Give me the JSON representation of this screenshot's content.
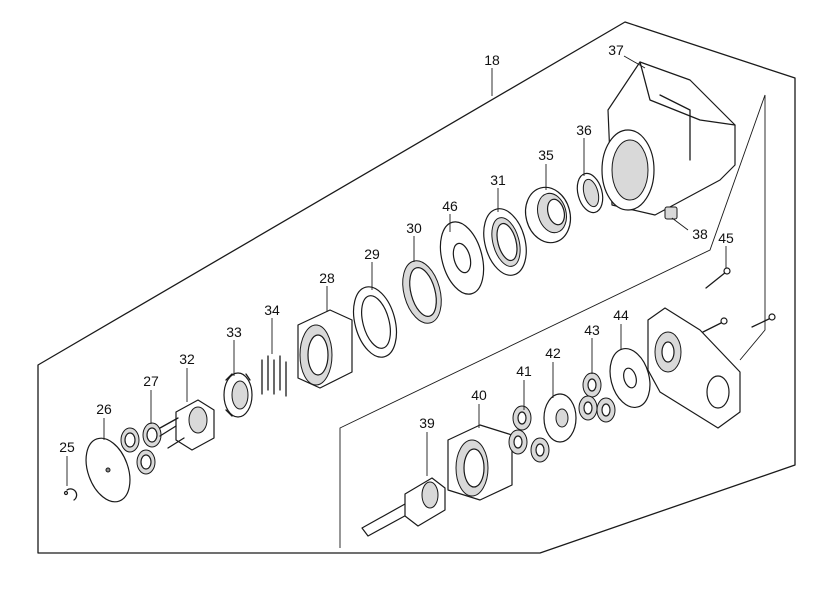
{
  "callouts": {
    "p18": "18",
    "p25": "25",
    "p26": "26",
    "p27": "27",
    "p28": "28",
    "p29": "29",
    "p30": "30",
    "p31": "31",
    "p32": "32",
    "p33": "33",
    "p34": "34",
    "p35": "35",
    "p36": "36",
    "p37": "37",
    "p38": "38",
    "p39": "39",
    "p40": "40",
    "p41": "41",
    "p42": "42",
    "p43": "43",
    "p44": "44",
    "p45": "45",
    "p46": "46"
  },
  "colors": {
    "line": "#1a1a1a",
    "fill": "#ffffff",
    "shade": "#d9d9d9"
  }
}
